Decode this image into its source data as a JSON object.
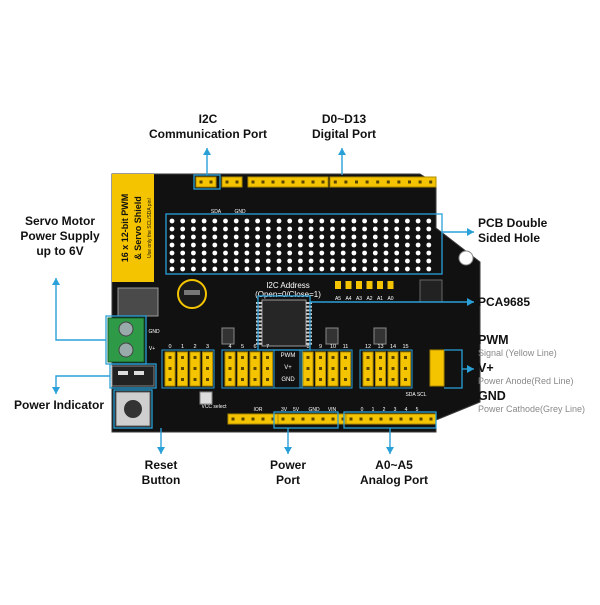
{
  "callouts": {
    "i2c_port": "I2C\nCommunication Port",
    "digital_port": "D0~D13\nDigital Port",
    "pcb_hole": "PCB Double\nSided Hole",
    "pca9685": "PCA9685",
    "servo_power": "Servo Motor\nPower Supply\nup to 6V",
    "power_indicator": "Power Indicator",
    "reset_button": "Reset\nButton",
    "power_port": "Power\nPort",
    "analog_port": "A0~A5\nAnalog Port"
  },
  "legend": {
    "pwm": "PWM",
    "pwm_desc": "Signal (Yellow Line)",
    "vplus": "V+",
    "vplus_desc": "Power Anode(Red Line)",
    "gnd": "GND",
    "gnd_desc": "Power Cathode(Grey Line)"
  },
  "board": {
    "title_line1": "16 x 12-bit PWM",
    "title_line2": "& Servo Shield",
    "note": "Use only the SCL/SDA pin!",
    "i2c_address_line1": "I2C Address",
    "i2c_address_line2": "(Open=0/Close=1)",
    "address_pins": [
      "A5",
      "A4",
      "A3",
      "A2",
      "A1",
      "A0"
    ],
    "header_pins_top": [
      "SDA",
      "GND"
    ],
    "rail_labels": [
      "PWM",
      "V+",
      "GND"
    ],
    "servo_channels": [
      "0",
      "1",
      "2",
      "3",
      "4",
      "5",
      "6",
      "7",
      "8",
      "9",
      "10",
      "11",
      "12",
      "13",
      "14",
      "15"
    ],
    "power_pins": [
      "IOR",
      "3V",
      "5V",
      "GND",
      "VIN"
    ],
    "analog_pins": [
      "0",
      "1",
      "2",
      "3",
      "4",
      "5"
    ],
    "vcc_select": "VCC select",
    "side_labels": [
      "GND",
      "V+"
    ],
    "scl_sda": "SDA SCL"
  },
  "colors": {
    "board": "#111111",
    "header": "#f5c400",
    "terminal": "#2e9a48",
    "arrow": "#2aa0d8",
    "callout_box": "#2aa0d8"
  }
}
